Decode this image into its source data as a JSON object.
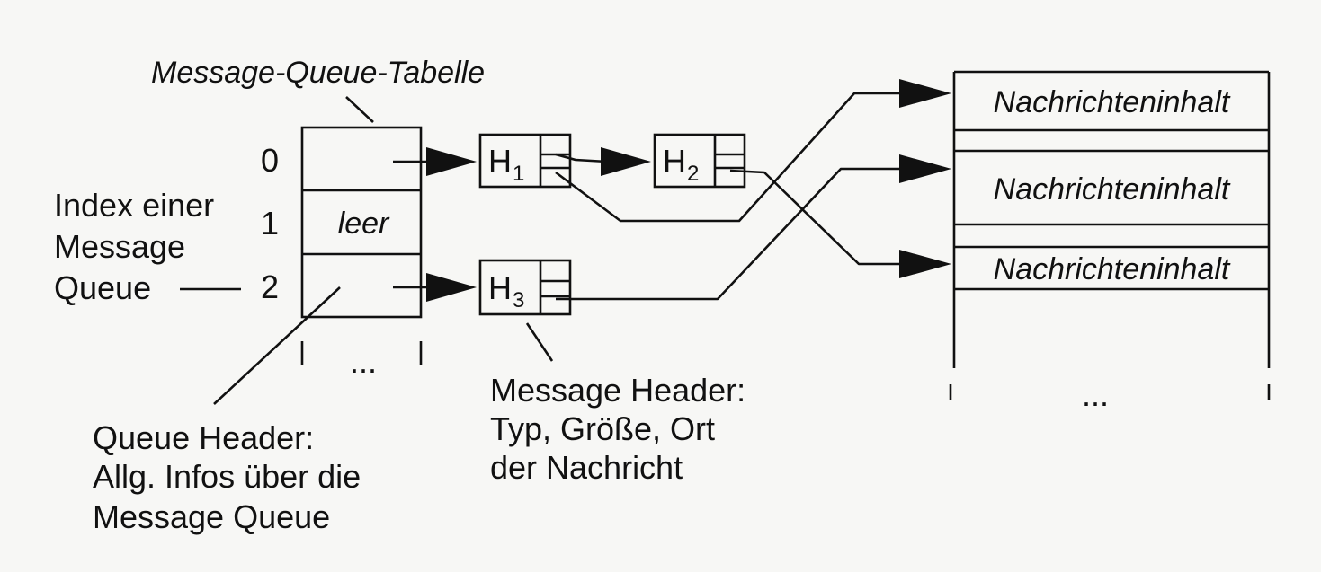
{
  "title": "Message-Queue-Tabelle",
  "table": {
    "indices": [
      "0",
      "1",
      "2"
    ],
    "cells": [
      "",
      "leer",
      ""
    ],
    "ellipsis": "..."
  },
  "index_label": [
    "Index einer",
    "Message",
    "Queue"
  ],
  "queue_header_label": [
    "Queue Header:",
    "Allg. Infos über die",
    "Message Queue"
  ],
  "message_headers": [
    {
      "letter": "H",
      "sub": "1"
    },
    {
      "letter": "H",
      "sub": "2"
    },
    {
      "letter": "H",
      "sub": "3"
    }
  ],
  "message_header_label": [
    "Message Header:",
    "Typ, Größe, Ort",
    "der Nachricht"
  ],
  "memory": {
    "slot_label": "Nachrichteninhalt",
    "ellipsis": "..."
  },
  "colors": {
    "ink": "#111111",
    "paper": "#f7f7f5"
  }
}
